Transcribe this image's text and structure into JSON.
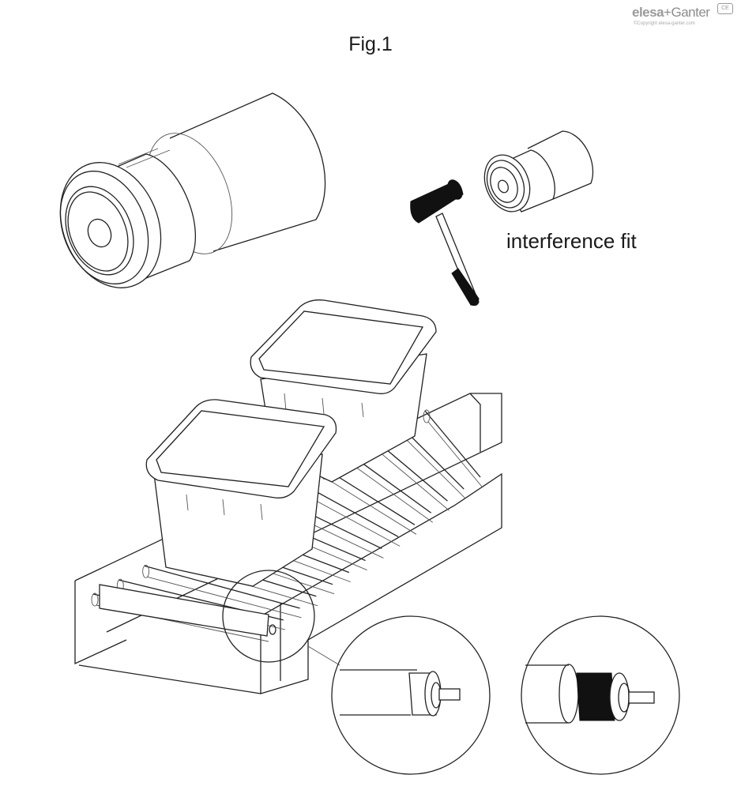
{
  "figure": {
    "title": "Fig.1",
    "caption": "interference fit"
  },
  "brand": {
    "name_bold": "elesa",
    "name_sep": "+",
    "name_light": "Ganter",
    "copyright": "©Copyright elesa-ganter.com",
    "mark": "CE"
  },
  "colors": {
    "line": "#222222",
    "background": "#ffffff"
  }
}
